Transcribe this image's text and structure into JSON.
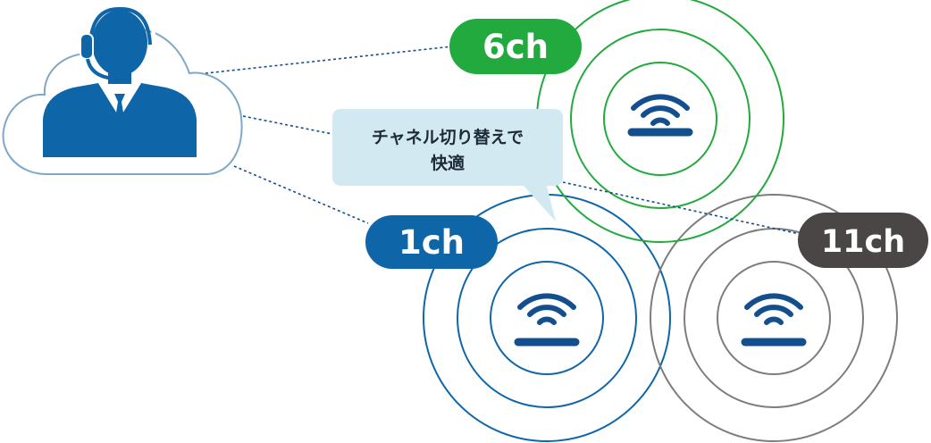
{
  "colors": {
    "blue": "#0e66a8",
    "green": "#22aa3e",
    "gray": "#7d7d7d",
    "dark_badge": "#4a4645",
    "icon_blue": "#134f8e",
    "callout_bg": "#d3e9f1",
    "cloud_stroke": "#7ea8c9"
  },
  "operator": {
    "icon": "support-agent-headset-icon"
  },
  "callout": {
    "line1": "チャネル切り替えで",
    "line2": "快適"
  },
  "access_points": [
    {
      "id": "ap-1ch",
      "channel_label": "1ch",
      "color": "blue",
      "icon": "wifi-router-icon"
    },
    {
      "id": "ap-6ch",
      "channel_label": "6ch",
      "color": "green",
      "icon": "wifi-router-icon"
    },
    {
      "id": "ap-11ch",
      "channel_label": "11ch",
      "color": "gray",
      "icon": "wifi-router-icon"
    }
  ]
}
